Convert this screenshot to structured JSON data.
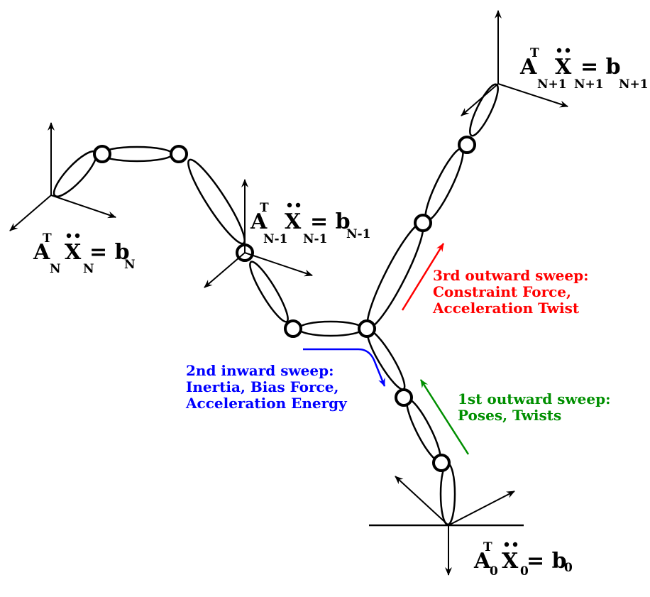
{
  "equations": {
    "top_right": {
      "a": "A",
      "sup": "T",
      "sub1": "N+1",
      "x": "X",
      "sub2": "N+1",
      "eq": "= b",
      "sub3": "N+1"
    },
    "middle": {
      "a": "A",
      "sup": "T",
      "sub1": "N-1",
      "x": "X",
      "sub2": "N-1",
      "eq": "= b",
      "sub3": "N-1"
    },
    "left": {
      "a": "A",
      "sup": "T",
      "sub1": "N",
      "x": "X",
      "sub2": "N",
      "eq": "= b",
      "sub3": "N"
    },
    "bottom": {
      "a": "A",
      "sup": "T",
      "sub1": "0",
      "x": "X",
      "sub2": "0",
      "eq": "= b",
      "sub3": "0"
    }
  },
  "sweeps": {
    "third": {
      "line1": "3rd outward sweep:",
      "line2": "Constraint Force,",
      "line3": "Acceleration Twist",
      "color": "#ff0000"
    },
    "second": {
      "line1": "2nd inward sweep:",
      "line2": "Inertia, Bias Force,",
      "line3": "Acceleration Energy",
      "color": "#0000ff"
    },
    "first": {
      "line1": "1st outward sweep:",
      "line2": "Poses, Twists",
      "color": "#008f00"
    }
  }
}
